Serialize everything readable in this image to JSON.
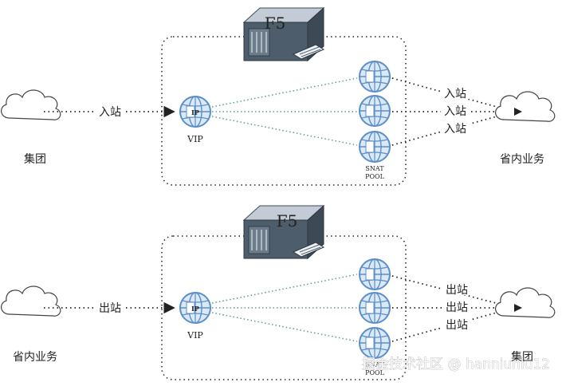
{
  "colors": {
    "flow_line": "#5a9e8e",
    "globe_blue": "#5b8fc8",
    "globe_fill": "#dbe8f7",
    "server_body": "#4d5d6b",
    "server_light": "#c3ccd6"
  },
  "icons": [
    "cloud-icon",
    "globe-ip-icon",
    "f5-server-icon",
    "arrow-head-icon"
  ],
  "top": {
    "device_label": "F5",
    "vip_label": "VIP",
    "snat_line1": "SNAT",
    "snat_line2": "POOL",
    "ip_letter": "IP",
    "left_cloud_label": "集团",
    "right_cloud_label": "省内业务",
    "left_flow_label": "入站",
    "right_flow_labels": [
      "入站",
      "入站",
      "入站"
    ]
  },
  "bottom": {
    "device_label": "F5",
    "vip_label": "VIP",
    "snat_line1": "SNAT",
    "snat_line2": "POOL",
    "ip_letter": "IP",
    "left_cloud_label": "省内业务",
    "right_cloud_label": "集团",
    "left_flow_label": "出站",
    "right_flow_labels": [
      "出站",
      "出站",
      "出站"
    ]
  },
  "watermark": "掘金技术社区 @ hanniuniu12"
}
